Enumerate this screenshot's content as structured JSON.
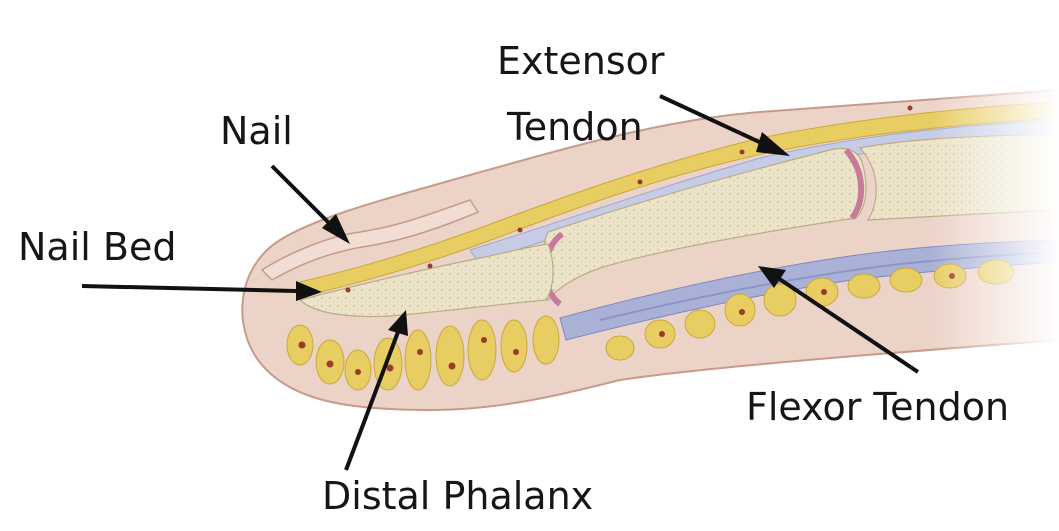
{
  "labels": {
    "extensor_line1": "Extensor",
    "extensor_line2": "Tendon",
    "nail": "Nail",
    "nail_bed": "Nail Bed",
    "flexor_tendon": "Flexor Tendon",
    "distal_phalanx": "Distal Phalanx"
  },
  "colors": {
    "skin": "#ecd3c8",
    "skin_edge": "#c79b8a",
    "bone": "#ece4c8",
    "fat": "#e8cd62",
    "fat_dot": "#9a3a2a",
    "tendon": "#aab1d6",
    "cartilage": "#c77a9a",
    "arrow": "#111111"
  }
}
